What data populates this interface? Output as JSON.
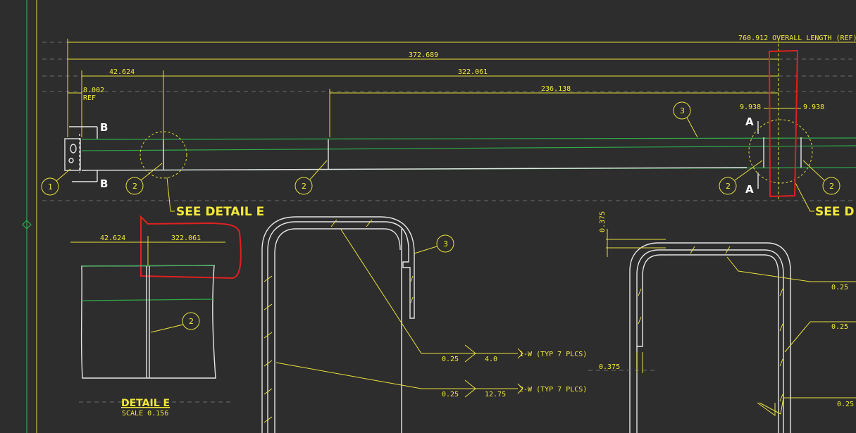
{
  "drawing": {
    "overall_length": "760.912 OVERALL LENGTH (REF)",
    "dims": {
      "d372": "372.689",
      "d42": "42.624",
      "d322": "322.061",
      "d236": "236.138",
      "d8": "8.002",
      "ref": "REF",
      "d9a": "9.938",
      "d9b": "9.938"
    },
    "section_labels": {
      "b_top": "B",
      "b_bot": "B",
      "a_top": "A",
      "a_bot": "A"
    },
    "callouts": {
      "see_detail_left": "SEE DETAIL  E",
      "see_detail_right": "SEE D"
    },
    "balloons": {
      "b1": "1",
      "b2a": "2",
      "b2b": "2",
      "b2c": "2",
      "b2d": "2",
      "b3a": "3",
      "b2e": "2",
      "b3b": "3"
    },
    "detail": {
      "d42": "42.624",
      "d322": "322.061",
      "title": "DETAIL  E",
      "scale": "SCALE  0.156"
    },
    "welds": {
      "w1_size": "0.25",
      "w1_len": "4.0",
      "w1_note": "1-W (TYP 7 PLCS)",
      "w2_size": "0.25",
      "w2_len": "12.75",
      "w2_note": "2-W (TYP 7 PLCS)"
    },
    "right_section": {
      "d375_top": "0.375",
      "d375_left": "0.375",
      "w_a": "0.25",
      "w_b": "0.25",
      "w_c": "0.25"
    }
  }
}
